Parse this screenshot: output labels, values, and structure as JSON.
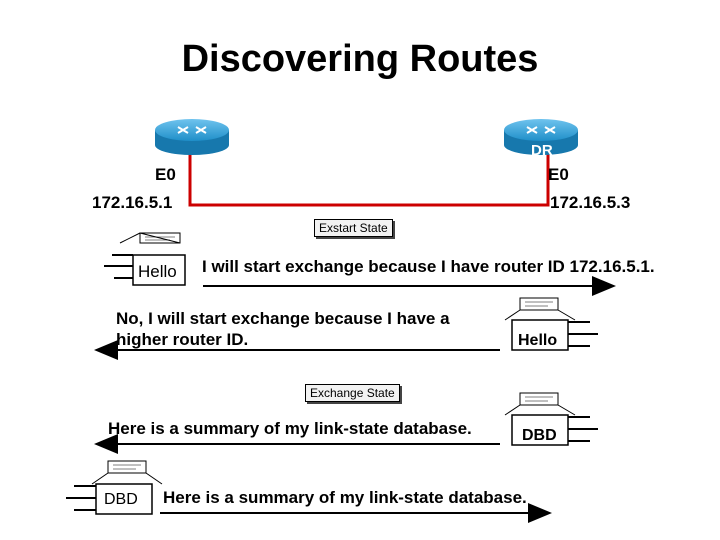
{
  "title": "Discovering Routes",
  "routers": {
    "left": {
      "interface": "E0",
      "ip": "172.16.5.1"
    },
    "right": {
      "role": "DR",
      "interface": "E0",
      "ip": "172.16.5.3"
    }
  },
  "states": {
    "exstart": "Exstart State",
    "exchange": "Exchange State"
  },
  "messages": [
    {
      "packet": "Hello",
      "text": "I will start exchange because I have router ID 172.16.5.1."
    },
    {
      "packet": "Hello",
      "text": "No, I will start exchange because I have a higher router ID."
    },
    {
      "packet": "DBD",
      "text": "Here is a summary of my link-state database."
    },
    {
      "packet": "DBD",
      "text": "Here is a summary of my link-state database."
    }
  ],
  "colors": {
    "link": "#cc0000",
    "router": "#1f8fc9",
    "arrow": "#000000"
  }
}
